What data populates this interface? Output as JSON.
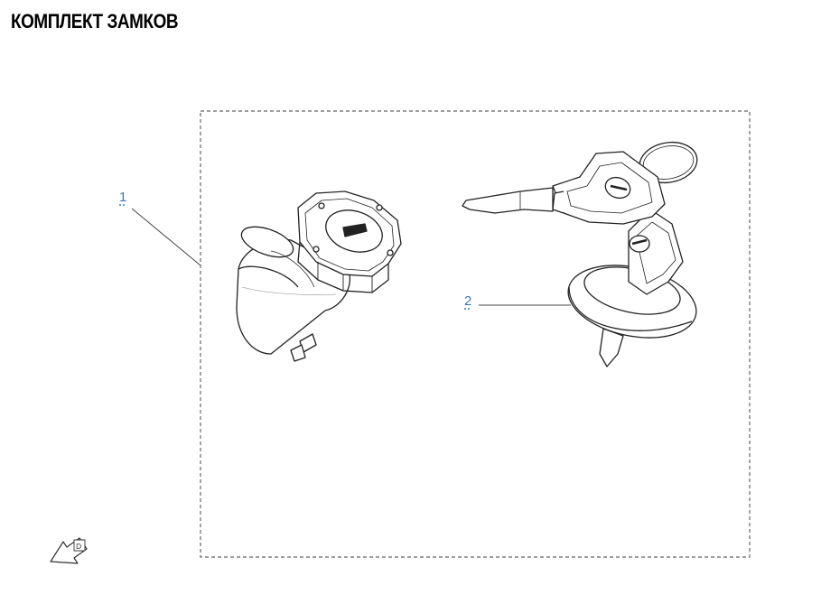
{
  "page": {
    "title": "КОМПЛЕКТ ЗАМКОВ"
  },
  "callouts": [
    {
      "number": "1",
      "part": "ignition-lock-cylinder"
    },
    {
      "number": "2",
      "part": "key-and-lock-base"
    }
  ],
  "icons": {
    "front_direction": "front-direction-arrow-icon"
  },
  "colors": {
    "callout": "#3a78b8",
    "line": "#333333",
    "frame": "#555555"
  }
}
